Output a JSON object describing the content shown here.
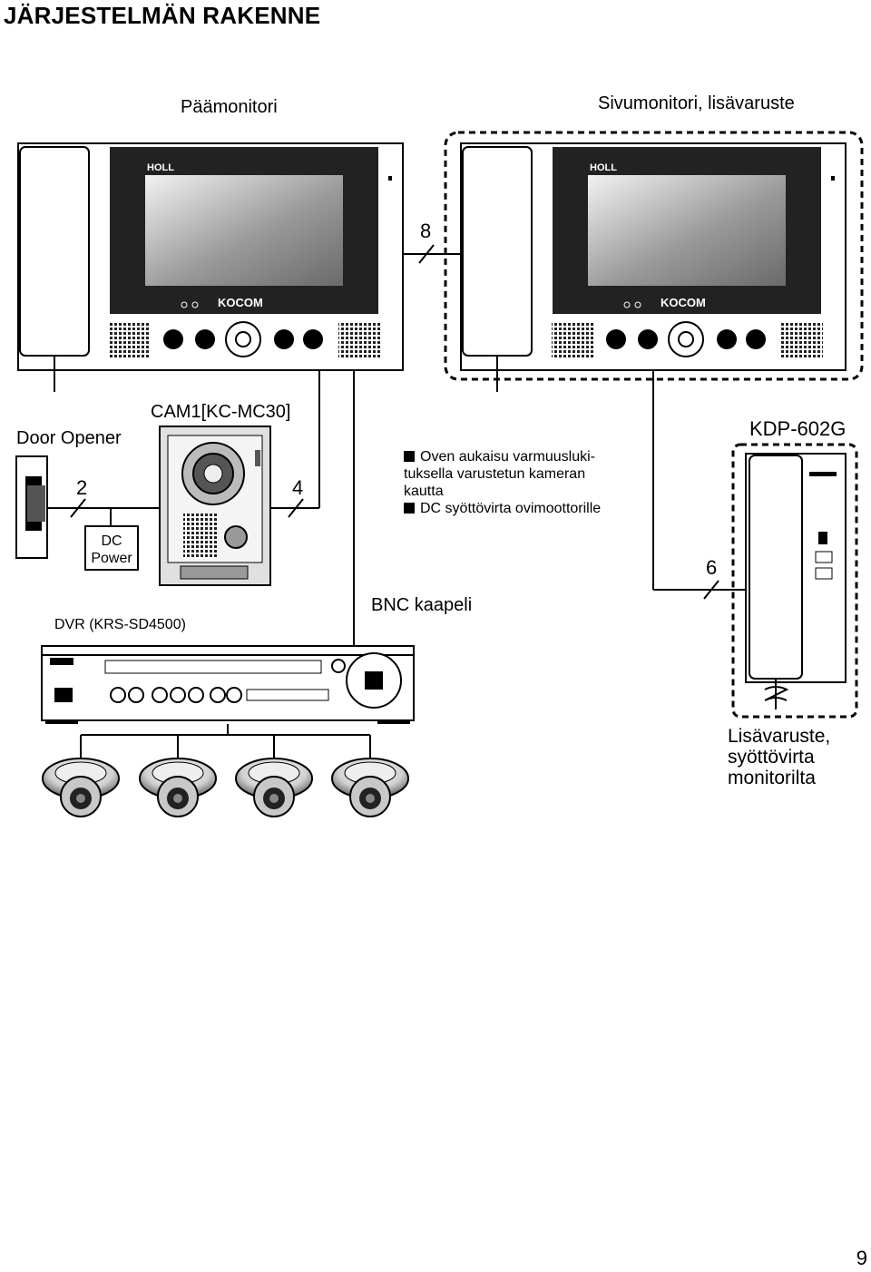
{
  "page": {
    "title": "JÄRJESTELMÄN RAKENNE",
    "page_number": "9"
  },
  "labels": {
    "main_monitor": "Päämonitori",
    "sub_monitor": "Sivumonitori, lisävaruste",
    "camera": "CAM1[KC-MC30]",
    "door_opener": "Door Opener",
    "dc_power_line1": "DC",
    "dc_power_line2": "Power",
    "door_phone": "KDP-602G",
    "dvr": "DVR (KRS-SD4500)",
    "bnc": "BNC kaapeli",
    "monitor_brand": "KOCOM",
    "monitor_logo": "HOLL"
  },
  "notes": [
    "Oven aukaisu varmuuslukituksella varustetun kameran kautta",
    "DC syöttövirta ovimoottorille"
  ],
  "notes_display": {
    "line1": "Oven aukaisu varmuusluki-",
    "line2": "tuksella varustetun kameran",
    "line3": "kautta",
    "line4": "DC syöttövirta ovimoottorille"
  },
  "accessory_note": {
    "line1": "Lisävaruste,",
    "line2": "syöttövirta",
    "line3": "monitorilta"
  },
  "wire_counts": {
    "monitor_link": "8",
    "door_opener": "2",
    "camera": "4",
    "door_phone": "6"
  },
  "icons": [
    "monitor-icon",
    "door-camera-icon",
    "door-opener-icon",
    "dc-power-icon",
    "door-phone-icon",
    "dvr-icon",
    "dome-camera-icon"
  ]
}
